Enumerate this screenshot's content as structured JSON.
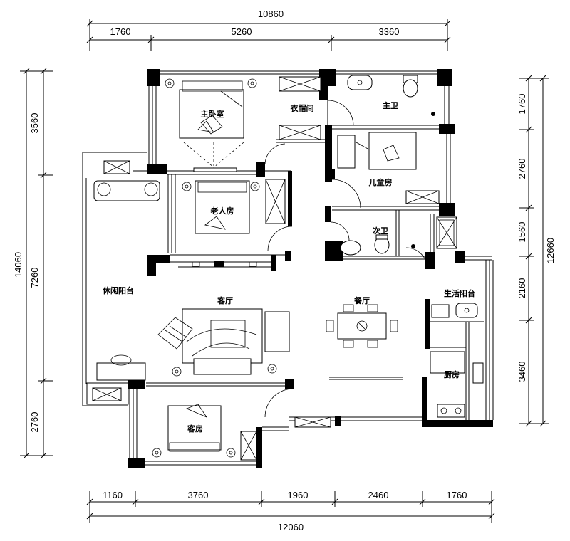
{
  "dimensions": {
    "top_total": "10860",
    "top_segments": [
      "1760",
      "5260",
      "3360"
    ],
    "bottom_segments": [
      "1160",
      "3760",
      "1960",
      "2460",
      "1760"
    ],
    "bottom_total": "12060",
    "left_total": "14060",
    "left_segments": [
      "3560",
      "7260",
      "2760"
    ],
    "right_total": "12660",
    "right_segments": [
      "1760",
      "2760",
      "1560",
      "2160",
      "3460"
    ]
  },
  "rooms": {
    "master_bedroom": "主卧室",
    "walk_in_closet": "衣帽间",
    "master_bath": "主卫",
    "kids_room": "儿童房",
    "elder_room": "老人房",
    "second_bath": "次卫",
    "leisure_balcony": "休闲阳台",
    "living_room": "客厅",
    "dining_room": "餐厅",
    "service_balcony": "生活阳台",
    "kitchen": "厨房",
    "guest_room": "客房"
  }
}
